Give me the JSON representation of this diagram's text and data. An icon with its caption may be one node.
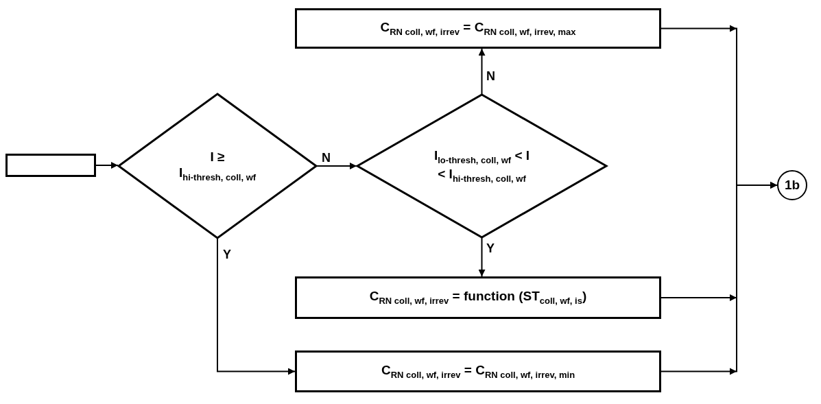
{
  "diagram": {
    "nodes": [
      {
        "text": [],
        "shape": "box"
      },
      {
        "text": [
          "I ≥",
          "I$_{hi-thresh, coll, wf}$"
        ]
      },
      {
        "text": [
          "I$_{lo-thresh, coll, wf}$ < I < I$_{hi-thresh, coll, wf}$"
        ]
      },
      {
        "text": [
          "C$_{RN coll, wf, irrev}$ = C$_{RN coll, wf, irrev, max}$"
        ]
      },
      {
        "text": [
          "C$_{RN coll, wf, irrev}$ = function (ST$_{coll, wf, is}$)"
        ]
      },
      {
        "text": [
          "C$_{RN coll, wf, irrev}$ = C$_{RN coll, wf, irrev, min}$"
        ]
      },
      {
        "text": [
          "1b"
        ]
      }
    ],
    "edges": [
      {
        "from": 0,
        "to": 1,
        "arrow": "to"
      },
      {
        "from": 1,
        "to": 2,
        "arrow": "to",
        "label": "N"
      },
      {
        "from": 2,
        "to": 3,
        "arrow": "to",
        "label": "N"
      },
      {
        "from": 2,
        "to": 4,
        "arrow": "to",
        "label": "Y"
      },
      {
        "from": 1,
        "to": 5,
        "arrow": "to",
        "label": "Y"
      },
      {
        "from": 3,
        "to": 6,
        "arrow": "to"
      },
      {
        "from": 4,
        "to": 6,
        "arrow": "to"
      },
      {
        "from": 5,
        "to": 6,
        "arrow": "to"
      }
    ]
  }
}
